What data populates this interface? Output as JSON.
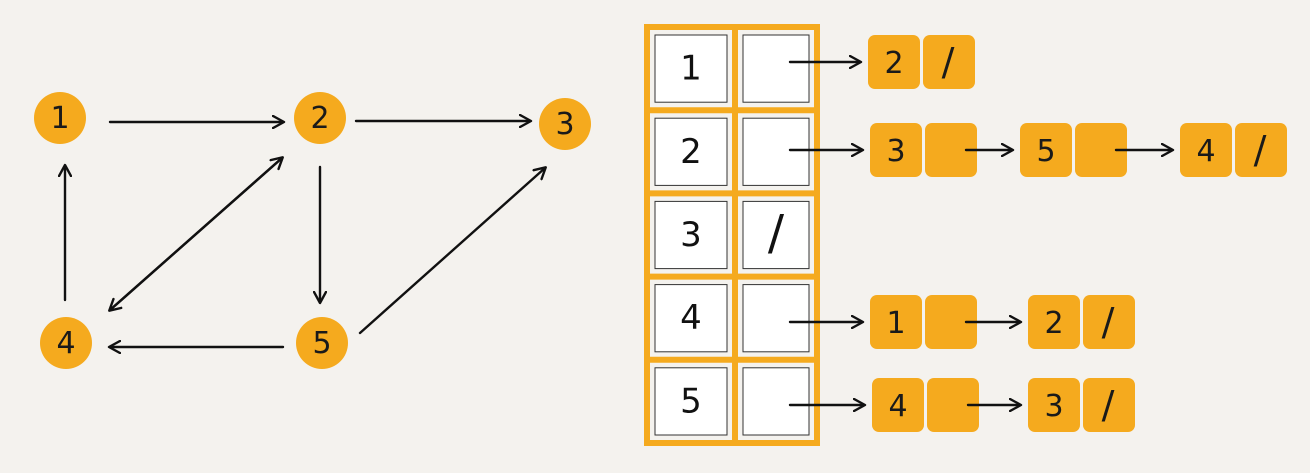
{
  "colors": {
    "background": "#f4f2ee",
    "node_fill": "#f5aa1e",
    "table_border": "#f5aa1e",
    "line": "#111111"
  },
  "graph": {
    "nodes": [
      {
        "id": "1",
        "label": "1"
      },
      {
        "id": "2",
        "label": "2"
      },
      {
        "id": "3",
        "label": "3"
      },
      {
        "id": "4",
        "label": "4"
      },
      {
        "id": "5",
        "label": "5"
      }
    ],
    "edges": [
      {
        "from": "1",
        "to": "2"
      },
      {
        "from": "2",
        "to": "3"
      },
      {
        "from": "2",
        "to": "5"
      },
      {
        "from": "2",
        "to": "4"
      },
      {
        "from": "4",
        "to": "1"
      },
      {
        "from": "4",
        "to": "2"
      },
      {
        "from": "5",
        "to": "4"
      },
      {
        "from": "5",
        "to": "3"
      }
    ]
  },
  "adjacency_list": {
    "null_marker": "/",
    "rows": [
      {
        "vertex": "1",
        "neighbors": [
          "2"
        ]
      },
      {
        "vertex": "2",
        "neighbors": [
          "3",
          "5",
          "4"
        ]
      },
      {
        "vertex": "3",
        "neighbors": []
      },
      {
        "vertex": "4",
        "neighbors": [
          "1",
          "2"
        ]
      },
      {
        "vertex": "5",
        "neighbors": [
          "4",
          "3"
        ]
      }
    ]
  }
}
